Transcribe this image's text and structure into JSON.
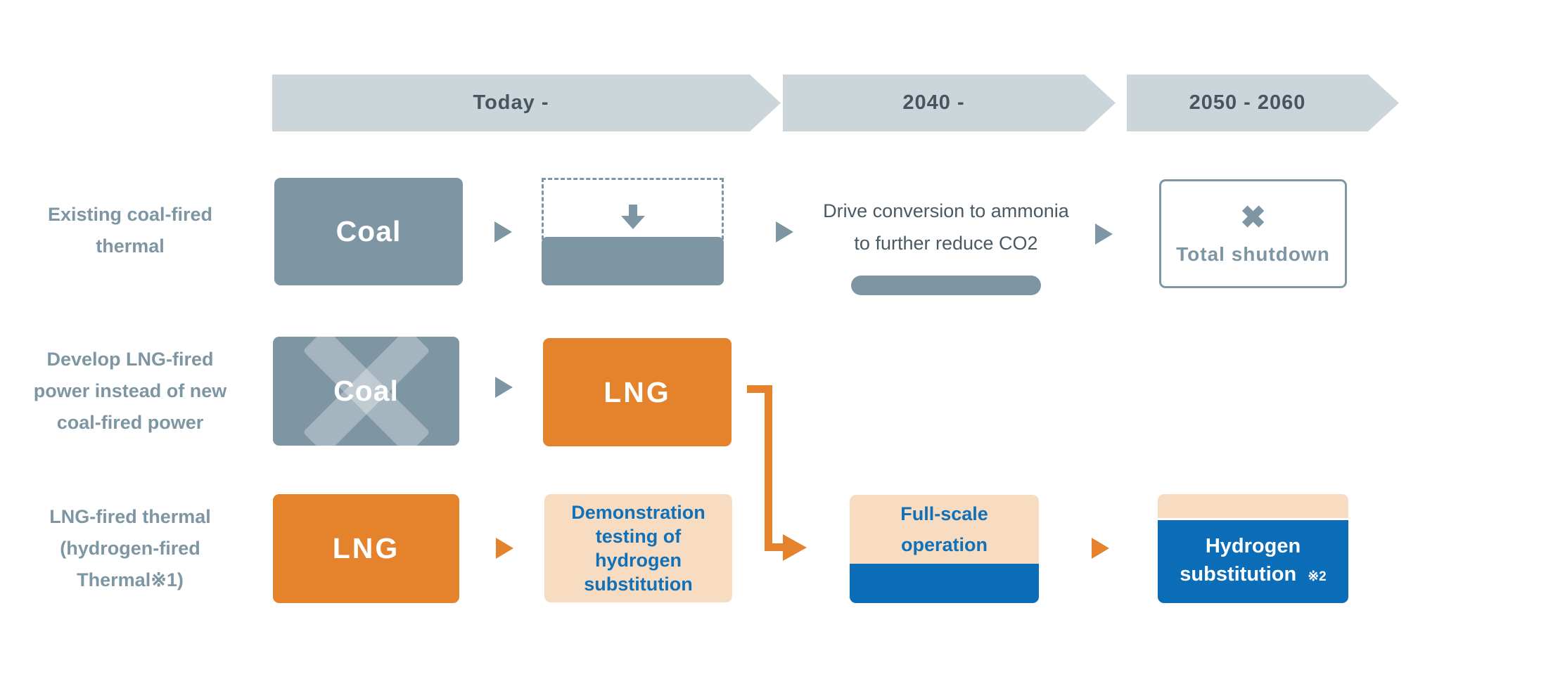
{
  "colors": {
    "slate": "#7E96A4",
    "timeline_band": "#CCD6DA",
    "timeline_text": "#46565F",
    "orange": "#E5832D",
    "peach": "#F7DCC2",
    "blue": "#0B6CB8",
    "blue_text": "#1070B8",
    "note_text": "#4A5A64",
    "white": "#FFFFFF"
  },
  "timeline": {
    "arrows": [
      {
        "label": "Today -"
      },
      {
        "label": "2040 -"
      },
      {
        "label": "2050 - 2060"
      }
    ]
  },
  "rows": [
    {
      "label_lines": [
        "Existing coal-fired",
        "thermal"
      ],
      "coal_box_label": "Coal",
      "note_lines": [
        "Drive conversion to ammonia",
        "to further reduce CO2"
      ],
      "shutdown": {
        "icon": "✖",
        "label": "Total shutdown"
      }
    },
    {
      "label_lines": [
        "Develop LNG-fired",
        "power instead of new",
        "coal-fired power"
      ],
      "coal_box_label": "Coal",
      "lng_box_label": "LNG"
    },
    {
      "label_lines": [
        "LNG-fired thermal",
        "(hydrogen-fired",
        "Thermal※1)"
      ],
      "lng_box_label": "LNG",
      "demo_box_lines": [
        "Demonstration",
        "testing of",
        "hydrogen",
        "substitution"
      ],
      "full_scale_lines": [
        "Full-scale",
        "operation"
      ],
      "hydrogen_lines": [
        "Hydrogen",
        "substitution"
      ],
      "hydrogen_note": "※2"
    }
  ]
}
